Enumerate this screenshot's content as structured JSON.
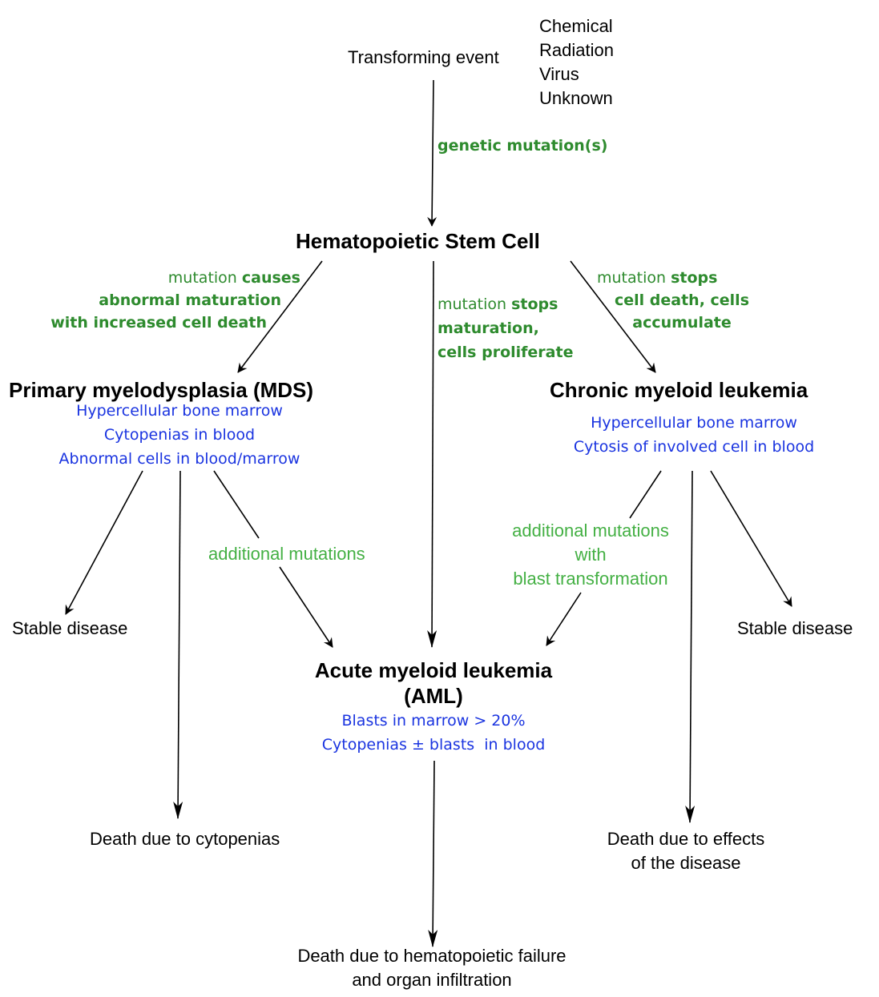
{
  "colors": {
    "node_text": "#000000",
    "mechanism_text": "#2e8b2e",
    "transition_text": "#44b044",
    "feature_text": "#1a34e0",
    "arrow": "#000000"
  },
  "top": {
    "transforming_event": "Transforming event",
    "causes": [
      "Chemical",
      "Radiation",
      "Virus",
      "Unknown"
    ],
    "arrow_label": "genetic mutation(s)"
  },
  "stem_cell": {
    "label": "Hematopoietic Stem Cell"
  },
  "branches": {
    "left": {
      "line1_normal": "mutation ",
      "line1_bold": "causes",
      "line2": "abnormal maturation",
      "line3": "with increased cell death"
    },
    "center": {
      "line1_normal": "mutation ",
      "line1_bold": "stops",
      "line2": "maturation,",
      "line3": "cells proliferate"
    },
    "right": {
      "line1_normal": "mutation ",
      "line1_bold": "stops",
      "line2": "cell death, cells",
      "line3": "accumulate"
    }
  },
  "mds": {
    "title": "Primary myelodysplasia (MDS)",
    "features": [
      "Hypercellular bone marrow",
      "Cytopenias in blood",
      "Abnormal cells in blood/marrow"
    ],
    "to_aml_label": "additional mutations",
    "outcome_stable": "Stable disease",
    "outcome_death": "Death due to cytopenias"
  },
  "cml": {
    "title": "Chronic myeloid leukemia",
    "features": [
      "Hypercellular bone marrow",
      "Cytosis of involved cell in blood"
    ],
    "to_aml_label": [
      "additional mutations",
      "with",
      "blast transformation"
    ],
    "outcome_stable": "Stable disease",
    "outcome_death": [
      "Death due to effects",
      "of the disease"
    ]
  },
  "aml": {
    "title": [
      "Acute myeloid leukemia",
      "(AML)"
    ],
    "features": [
      "Blasts in marrow > 20%",
      "Cytopenias ± blasts  in blood"
    ],
    "outcome_death": [
      "Death due to hematopoietic failure",
      "and organ infiltration"
    ]
  }
}
